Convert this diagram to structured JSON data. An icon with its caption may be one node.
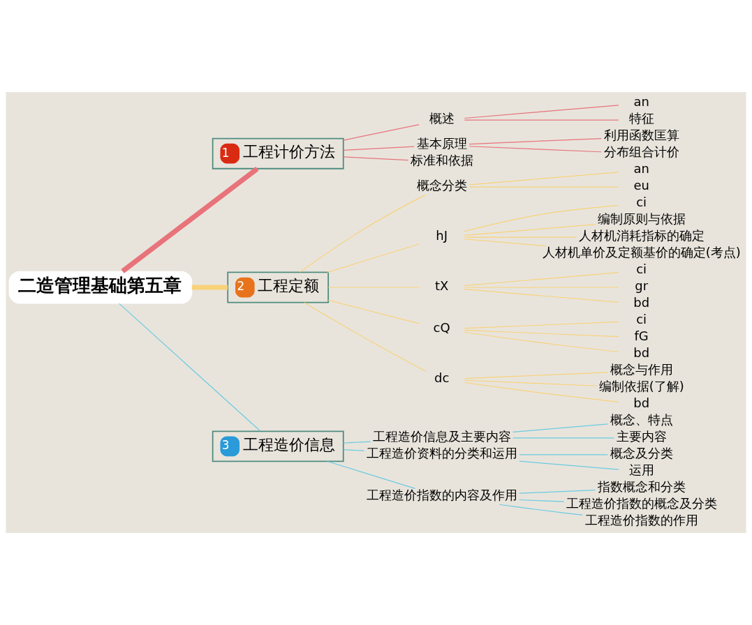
{
  "diagram": {
    "nodes": [
      {
        "text": [
          "二造管理基础第五章"
        ]
      },
      {
        "text": [
          "1",
          "工程计价方法"
        ]
      },
      {
        "text": [
          "概述"
        ]
      },
      {
        "text": [
          "an"
        ]
      },
      {
        "text": [
          "特征"
        ]
      },
      {
        "text": [
          "基本原理"
        ]
      },
      {
        "text": [
          "利用函数匡算"
        ]
      },
      {
        "text": [
          "分布组合计价"
        ]
      },
      {
        "text": [
          "标准和依据"
        ]
      },
      {
        "text": [
          "2",
          "工程定额"
        ]
      },
      {
        "text": [
          "概念分类"
        ]
      },
      {
        "text": [
          "an"
        ]
      },
      {
        "text": [
          "eu"
        ]
      },
      {
        "text": [
          "hJ"
        ]
      },
      {
        "text": [
          "ci"
        ]
      },
      {
        "text": [
          "编制原则与依据"
        ]
      },
      {
        "text": [
          "人材机消耗指标的确定"
        ]
      },
      {
        "text": [
          "人材机单价及定额基价的确定(考点)"
        ]
      },
      {
        "text": [
          "tX"
        ]
      },
      {
        "text": [
          "ci"
        ]
      },
      {
        "text": [
          "gr"
        ]
      },
      {
        "text": [
          "bd"
        ]
      },
      {
        "text": [
          "cQ"
        ]
      },
      {
        "text": [
          "ci"
        ]
      },
      {
        "text": [
          "fG"
        ]
      },
      {
        "text": [
          "bd"
        ]
      },
      {
        "text": [
          "dc"
        ]
      },
      {
        "text": [
          "概念与作用"
        ]
      },
      {
        "text": [
          "编制依据(了解)"
        ]
      },
      {
        "text": [
          "bd"
        ]
      },
      {
        "text": [
          "3",
          "工程造价信息"
        ]
      },
      {
        "text": [
          "工程造价信息及主要内容"
        ]
      },
      {
        "text": [
          "概念、特点"
        ]
      },
      {
        "text": [
          "主要内容"
        ]
      },
      {
        "text": [
          "工程造价资料的分类和运用"
        ]
      },
      {
        "text": [
          "概念及分类"
        ]
      },
      {
        "text": [
          "运用"
        ]
      },
      {
        "text": [
          "工程造价指数的内容及作用"
        ]
      },
      {
        "text": [
          "指数概念和分类"
        ]
      },
      {
        "text": [
          "工程造价指数的概念及分类"
        ]
      },
      {
        "text": [
          "工程造价指数的作用"
        ]
      }
    ],
    "edges": [
      {
        "from": 0,
        "to": 1,
        "arrow": "none",
        "style": "thick",
        "color": "#e8737a"
      },
      {
        "from": 1,
        "to": 2,
        "arrow": "none",
        "color": "#e8737a"
      },
      {
        "from": 2,
        "to": 3,
        "arrow": "none",
        "color": "#e8737a"
      },
      {
        "from": 2,
        "to": 4,
        "arrow": "none",
        "color": "#e8737a"
      },
      {
        "from": 1,
        "to": 5,
        "arrow": "none",
        "color": "#e8737a"
      },
      {
        "from": 5,
        "to": 6,
        "arrow": "none",
        "color": "#e8737a"
      },
      {
        "from": 5,
        "to": 7,
        "arrow": "none",
        "color": "#e8737a"
      },
      {
        "from": 1,
        "to": 8,
        "arrow": "none",
        "color": "#e8737a"
      },
      {
        "from": 0,
        "to": 9,
        "arrow": "none",
        "style": "thick",
        "color": "#f9d27a"
      },
      {
        "from": 9,
        "to": 10,
        "arrow": "none",
        "color": "#f9d27a"
      },
      {
        "from": 10,
        "to": 11,
        "arrow": "none",
        "color": "#f9d27a"
      },
      {
        "from": 10,
        "to": 12,
        "arrow": "none",
        "color": "#f9d27a"
      },
      {
        "from": 9,
        "to": 13,
        "arrow": "none",
        "color": "#f9d27a"
      },
      {
        "from": 13,
        "to": 14,
        "arrow": "none",
        "color": "#f9d27a"
      },
      {
        "from": 13,
        "to": 15,
        "arrow": "none",
        "color": "#f9d27a"
      },
      {
        "from": 13,
        "to": 16,
        "arrow": "none",
        "color": "#f9d27a"
      },
      {
        "from": 13,
        "to": 17,
        "arrow": "none",
        "color": "#f9d27a"
      },
      {
        "from": 9,
        "to": 18,
        "arrow": "none",
        "color": "#f9d27a"
      },
      {
        "from": 18,
        "to": 19,
        "arrow": "none",
        "color": "#f9d27a"
      },
      {
        "from": 18,
        "to": 20,
        "arrow": "none",
        "color": "#f9d27a"
      },
      {
        "from": 18,
        "to": 21,
        "arrow": "none",
        "color": "#f9d27a"
      },
      {
        "from": 9,
        "to": 22,
        "arrow": "none",
        "color": "#f9d27a"
      },
      {
        "from": 22,
        "to": 23,
        "arrow": "none",
        "color": "#f9d27a"
      },
      {
        "from": 22,
        "to": 24,
        "arrow": "none",
        "color": "#f9d27a"
      },
      {
        "from": 22,
        "to": 25,
        "arrow": "none",
        "color": "#f9d27a"
      },
      {
        "from": 9,
        "to": 26,
        "arrow": "none",
        "color": "#f9d27a"
      },
      {
        "from": 26,
        "to": 27,
        "arrow": "none",
        "color": "#f9d27a"
      },
      {
        "from": 26,
        "to": 28,
        "arrow": "none",
        "color": "#f9d27a"
      },
      {
        "from": 26,
        "to": 29,
        "arrow": "none",
        "color": "#f9d27a"
      },
      {
        "from": 0,
        "to": 30,
        "arrow": "none",
        "color": "#6ccbe0"
      },
      {
        "from": 30,
        "to": 31,
        "arrow": "none",
        "color": "#6ccbe0"
      },
      {
        "from": 31,
        "to": 32,
        "arrow": "none",
        "color": "#6ccbe0"
      },
      {
        "from": 31,
        "to": 33,
        "arrow": "none",
        "color": "#6ccbe0"
      },
      {
        "from": 30,
        "to": 34,
        "arrow": "none",
        "color": "#6ccbe0"
      },
      {
        "from": 34,
        "to": 35,
        "arrow": "none",
        "color": "#6ccbe0"
      },
      {
        "from": 34,
        "to": 36,
        "arrow": "none",
        "color": "#6ccbe0"
      },
      {
        "from": 30,
        "to": 37,
        "arrow": "none",
        "color": "#6ccbe0"
      },
      {
        "from": 37,
        "to": 38,
        "arrow": "none",
        "color": "#6ccbe0"
      },
      {
        "from": 37,
        "to": 39,
        "arrow": "none",
        "color": "#6ccbe0"
      },
      {
        "from": 37,
        "to": 40,
        "arrow": "none",
        "color": "#6ccbe0"
      }
    ]
  }
}
